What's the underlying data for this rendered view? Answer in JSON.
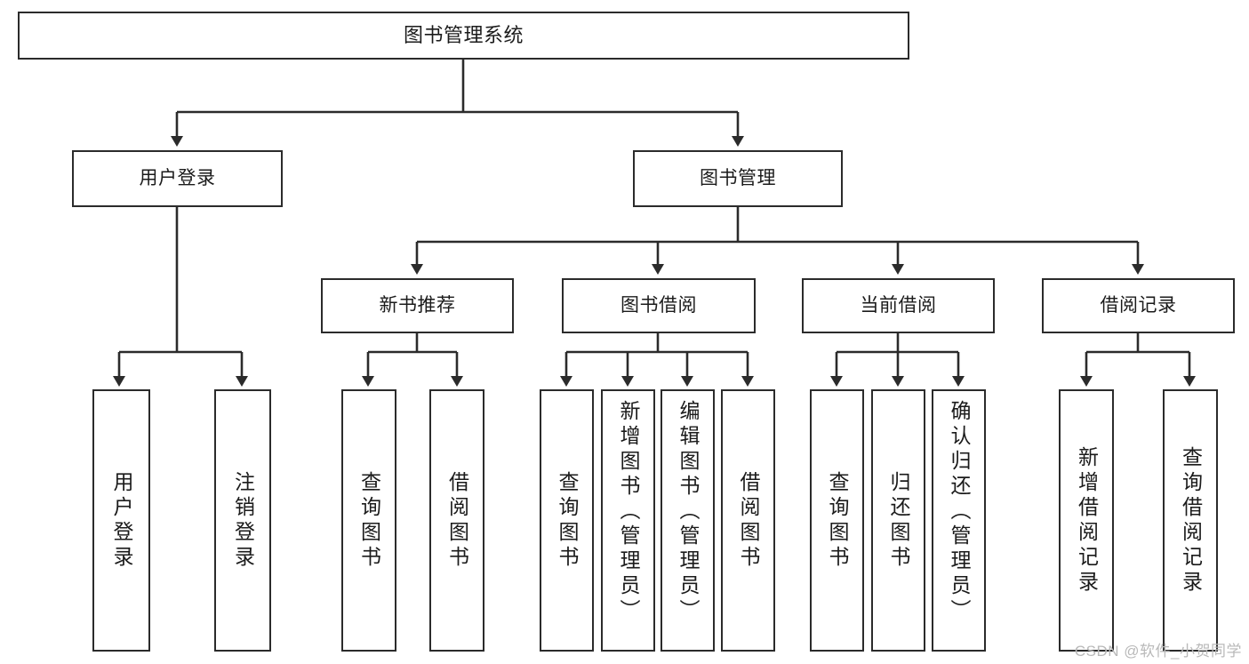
{
  "diagram": {
    "title": "图书管理系统",
    "type": "tree",
    "stroke_color": "#2b2b2b",
    "text_color": "#1b1b1b",
    "background_color": "#ffffff"
  },
  "nodes": {
    "root": {
      "label": "图书管理系统"
    },
    "level2": [
      {
        "label": "用户登录"
      },
      {
        "label": "图书管理"
      }
    ],
    "level3": [
      {
        "label": "新书推荐"
      },
      {
        "label": "图书借阅"
      },
      {
        "label": "当前借阅"
      },
      {
        "label": "借阅记录"
      }
    ],
    "leaves": [
      {
        "label": "用户登录"
      },
      {
        "label": "注销登录"
      },
      {
        "label": "查询图书"
      },
      {
        "label": "借阅图书"
      },
      {
        "label": "查询图书"
      },
      {
        "label": "新增图书（管理员）"
      },
      {
        "label": "编辑图书（管理员）"
      },
      {
        "label": "借阅图书"
      },
      {
        "label": "查询图书"
      },
      {
        "label": "归还图书"
      },
      {
        "label": "确认归还（管理员）"
      },
      {
        "label": "新增借阅记录"
      },
      {
        "label": "查询借阅记录"
      }
    ]
  },
  "watermark": {
    "text": "CSDN @软件_小贺同学"
  }
}
